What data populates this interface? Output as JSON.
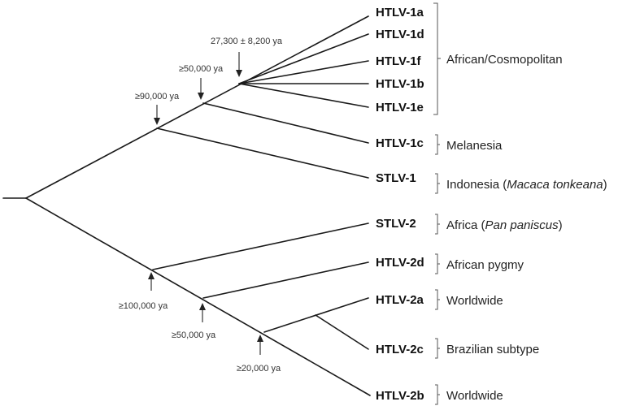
{
  "taxa": {
    "htlv_1a": "HTLV-1a",
    "htlv_1d": "HTLV-1d",
    "htlv_1f": "HTLV-1f",
    "htlv_1b": "HTLV-1b",
    "htlv_1e": "HTLV-1e",
    "htlv_1c": "HTLV-1c",
    "stlv_1": "STLV-1",
    "stlv_2": "STLV-2",
    "htlv_2d": "HTLV-2d",
    "htlv_2a": "HTLV-2a",
    "htlv_2c": "HTLV-2c",
    "htlv_2b": "HTLV-2b"
  },
  "groups": {
    "african_cosmopolitan": "African/Cosmopolitan",
    "melanesia": "Melanesia",
    "indonesia_prefix": "Indonesia (",
    "indonesia_species": "Macaca tonkeana",
    "indonesia_suffix": ")",
    "africa_prefix": "Africa (",
    "africa_species": "Pan paniscus",
    "africa_suffix": ")",
    "african_pygmy": "African pygmy",
    "worldwide_2a": "Worldwide",
    "brazilian_subtype": "Brazilian subtype",
    "worldwide_2b": "Worldwide"
  },
  "dates": {
    "htlv1_cosmopolitan_node": "27,300 ± 8,200 ya",
    "htlv1_node_50k": "≥50,000 ya",
    "htlv1_node_90k": "≥90,000 ya",
    "htlv2_node_100k": "≥100,000 ya",
    "htlv2_node_50k": "≥50,000 ya",
    "htlv2_node_20k": "≥20,000 ya"
  }
}
